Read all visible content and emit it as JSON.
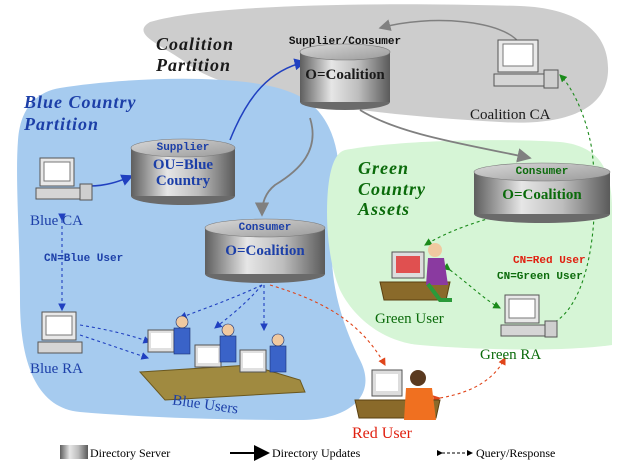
{
  "regions": {
    "coalition": "Coalition\nPartition",
    "blue": "Blue Country\nPartition",
    "green": "Green\nCountry\nAssets"
  },
  "servers": {
    "coalition_master": {
      "role": "Supplier/Consumer",
      "name": "O=Coalition"
    },
    "blue_supplier": {
      "role": "Supplier",
      "name": "OU=Blue\nCountry"
    },
    "blue_consumer": {
      "role": "Consumer",
      "name": "O=Coalition"
    },
    "green_consumer": {
      "role": "Consumer",
      "name": "O=Coalition"
    }
  },
  "nodes": {
    "coalition_ca": "Coalition CA",
    "blue_ca": "Blue CA",
    "blue_ra": "Blue RA",
    "blue_users": "Blue Users",
    "green_user": "Green User",
    "green_ra": "Green RA",
    "red_user": "Red User"
  },
  "cn_labels": {
    "blue_user": "CN=Blue User",
    "red_user": "CN=Red User",
    "green_user": "CN=Green User"
  },
  "legend": {
    "server": "Directory Server",
    "updates": "Directory Updates",
    "query": "Query/Response"
  },
  "colors": {
    "blue_region": "#a6cbef",
    "gray_region": "#cdcdcd",
    "green_region": "#d6f5d6",
    "blue_text": "#1c3fa8",
    "green_text": "#0b6b0b",
    "red_text": "#e02010",
    "red_arrow": "#e0451a",
    "blue_arrow": "#2040c0",
    "green_arrow": "#1a8a1a",
    "gray_arrow": "#808080"
  }
}
